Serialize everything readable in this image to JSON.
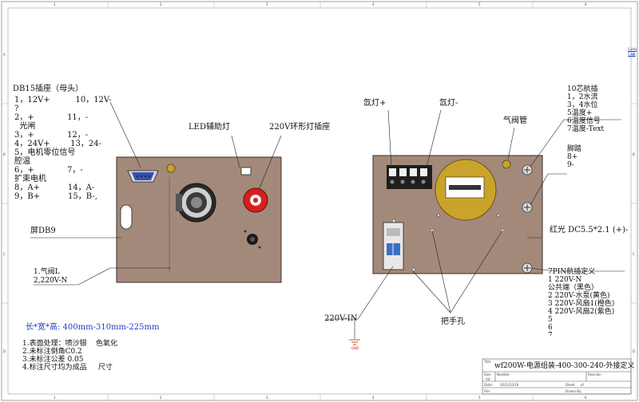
{
  "links": [
    "Link",
    "Lab"
  ],
  "frame": {
    "col_marks": [
      "1",
      "2",
      "3",
      "4",
      "5",
      "6"
    ],
    "row_marks": [
      "A",
      "B",
      "C",
      "D"
    ]
  },
  "left_panel": {
    "db15_title": "DB15插座（母头）",
    "db15_lines": [
      "1，12V+          10，12V-",
      "?",
      "2，+             11，-",
      "  光闸",
      "3，+             12，-",
      "4，24V+        13，24-",
      "5，电机零位信号",
      "腔温",
      "6，+             7，-",
      "扩束电机",
      "8，A+           14，A-",
      "9，B+           15，B-,"
    ],
    "led_label": "LED辅助灯",
    "ring_label": "220V环形灯插座",
    "db9_label": "屏DB9",
    "valve_lines": [
      "1.气阀L",
      "2,220V-N"
    ]
  },
  "right_panel": {
    "xenon_plus": "氙灯+",
    "xenon_minus": "氙灯-",
    "valve_tube": "气阀管",
    "aviation_lines": [
      "10芯航插",
      "1，2水流",
      "3，4水位",
      "5温度+",
      "6温度信号",
      "7温度-Text"
    ],
    "pedal_lines": [
      "脚踏",
      "8+",
      "9-"
    ],
    "red_light": "红光 DC5.5*2.1 (+)-",
    "pin7_lines": [
      "7PIN航插定义",
      "1 220V-N",
      "公共端（黑色）",
      "2 220V-水泵(黄色)",
      "3 220V-风扇1(橙色)",
      "4 220V-风扇2(紫色)",
      "5",
      "6",
      "7"
    ],
    "ac_in_label": "220V-IN",
    "handle_label": "把手孔",
    "gnd_label": "GND"
  },
  "dimensions": "长*宽*高: 400mm-310mm-225mm",
  "notes": [
    "1.表面处理：喷沙银    色氧化",
    "2.未标注倒角C0.2",
    "3.未标注公差 0.05",
    "4.标注尺寸均为成品     尺寸"
  ],
  "title_block": {
    "title_label": "Title",
    "title": "wf200W-电源组装-400-300-240-外接定义",
    "size_label": "Size",
    "size": "A4",
    "number_label": "Number",
    "revision_label": "Revision",
    "date_label": "Date:",
    "date": "2021/10/19",
    "file_label": "File:",
    "sheet_label": "Sheet",
    "of_label": "of",
    "drawn_label": "Drawn By:"
  },
  "colors": {
    "panel": "#a3897a",
    "panel_border": "#3a2f28",
    "connector_red": "#d42020",
    "connector_blue": "#3a4fb0",
    "fan_yellow": "#c9a32a",
    "breaker_blue": "#3a6fc4",
    "dim_text": "#1a3fbf"
  }
}
